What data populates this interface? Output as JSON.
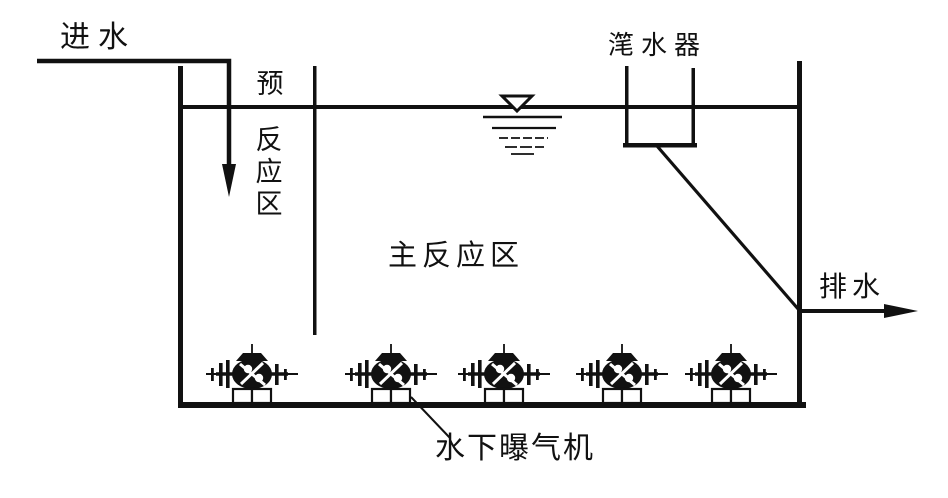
{
  "diagram": {
    "type": "wastewater-treatment-tank-schematic",
    "background_color": "#ffffff",
    "line_color": "#111111",
    "labels": {
      "inlet": "进水",
      "pre_zone_lines": [
        "预",
        "反应区"
      ],
      "main_zone": "主反应区",
      "decanter": "滗水器",
      "outlet": "排水",
      "aerator": "水下曝气机"
    },
    "aerator_count": 5,
    "icons": {
      "water_level": "inverted-triangle-with-ripple-lines",
      "inlet_arrow": "filled-down-arrow",
      "outlet_arrow": "filled-right-arrow",
      "aerator": "submerged-aerator-machine-glyph"
    }
  }
}
